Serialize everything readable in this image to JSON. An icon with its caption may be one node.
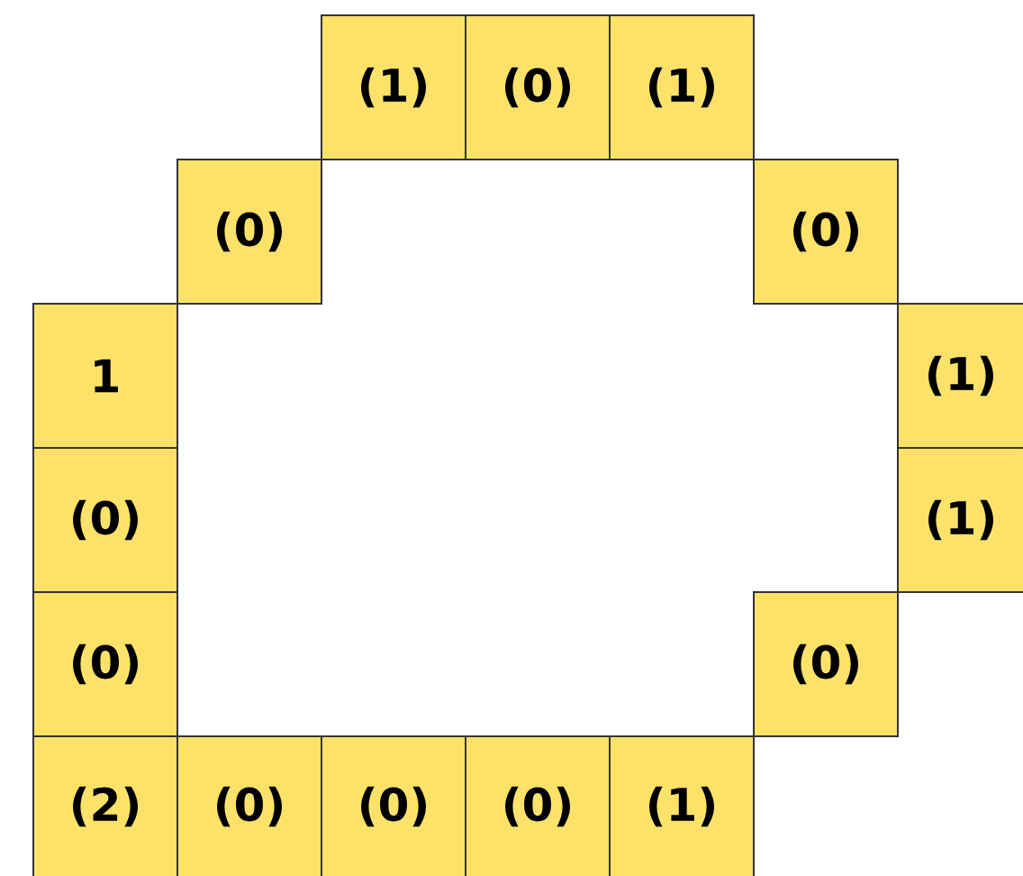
{
  "diagram": {
    "nodes": [
      {
        "text": [
          "(1)"
        ]
      },
      {
        "text": [
          "(0)"
        ]
      },
      {
        "text": [
          "(1)"
        ]
      },
      {
        "text": [
          "(0)"
        ]
      },
      {
        "text": [
          "(0)"
        ]
      },
      {
        "text": [
          "1"
        ]
      },
      {
        "text": [
          "(1)"
        ]
      },
      {
        "text": [
          "(0)"
        ]
      },
      {
        "text": [
          "(1)"
        ]
      },
      {
        "text": [
          "(0)"
        ]
      },
      {
        "text": [
          "(0)"
        ]
      },
      {
        "text": [
          "(2)"
        ]
      },
      {
        "text": [
          "(0)"
        ]
      },
      {
        "text": [
          "(0)"
        ]
      },
      {
        "text": [
          "(0)"
        ]
      },
      {
        "text": [
          "(1)"
        ]
      }
    ]
  }
}
